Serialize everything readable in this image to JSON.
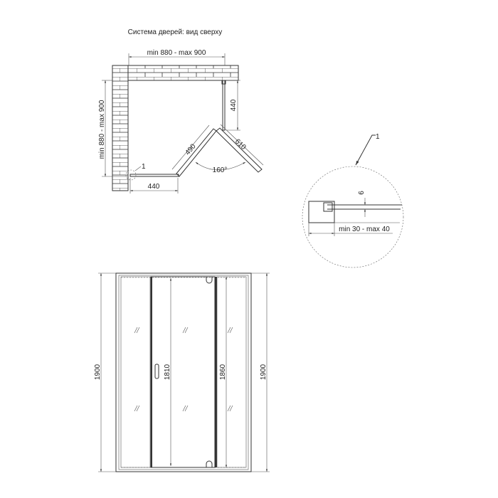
{
  "top_view": {
    "title": "Система дверей: вид сверху",
    "width_dim": "min 880 - max 900",
    "depth_dim": "min 880 - max 900",
    "fixed_right_dim": "440",
    "fixed_left_dim": "440",
    "door_left_dim": "490",
    "door_right_dim": "610",
    "angle": "160°",
    "detail_marker": "1"
  },
  "detail": {
    "label": "1",
    "glass_dim": "6",
    "profile_dim": "min 30 - max 40"
  },
  "front_view": {
    "left_height": "1900",
    "right_height": "1900",
    "door_height": "1810",
    "panel_height": "1860"
  }
}
